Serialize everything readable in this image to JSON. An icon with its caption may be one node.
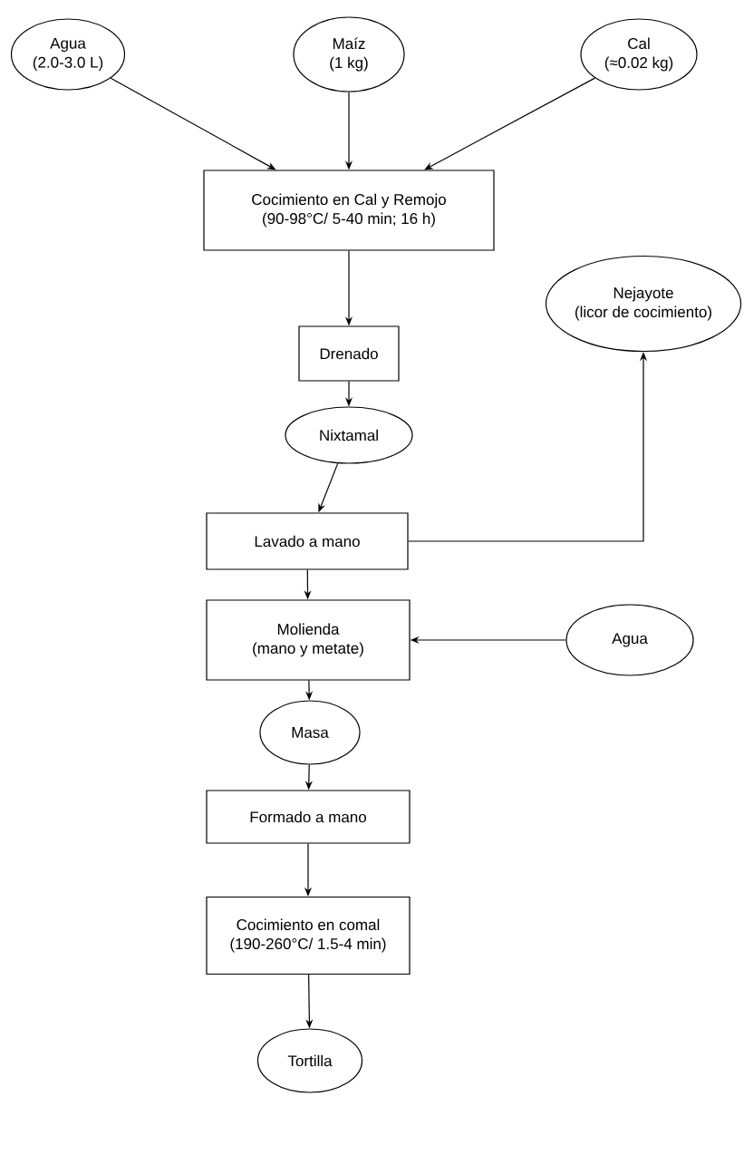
{
  "diagram": {
    "nodes": [
      {
        "text": [
          "Agua",
          "(2.0-3.0 L)"
        ]
      },
      {
        "text": [
          "Maíz",
          "(1 kg)"
        ]
      },
      {
        "text": [
          "Cal",
          "(≈0.02 kg)"
        ]
      },
      {
        "text": [
          "Cocimiento en Cal y Remojo",
          "(90-98°C/ 5-40 min; 16 h)"
        ]
      },
      {
        "text": [
          "Drenado"
        ]
      },
      {
        "text": [
          "Nejayote",
          "(licor de cocimiento)"
        ]
      },
      {
        "text": [
          "Nixtamal"
        ]
      },
      {
        "text": [
          "Lavado a mano"
        ]
      },
      {
        "text": [
          "Molienda",
          "(mano y metate)"
        ]
      },
      {
        "text": [
          "Agua"
        ]
      },
      {
        "text": [
          "Masa"
        ]
      },
      {
        "text": [
          "Formado a mano"
        ]
      },
      {
        "text": [
          "Cocimiento en comal",
          "(190-260°C/ 1.5-4 min)"
        ]
      },
      {
        "text": [
          "Tortilla"
        ]
      }
    ],
    "edges": [
      {
        "from": 0,
        "to": 3,
        "arrow": "to"
      },
      {
        "from": 1,
        "to": 3,
        "arrow": "to"
      },
      {
        "from": 2,
        "to": 3,
        "arrow": "to"
      },
      {
        "from": 3,
        "to": 4,
        "arrow": "to"
      },
      {
        "from": 4,
        "to": 6,
        "arrow": "to"
      },
      {
        "from": 6,
        "to": 7,
        "arrow": "to"
      },
      {
        "from": 7,
        "to": 5,
        "arrow": "to"
      },
      {
        "from": 7,
        "to": 8,
        "arrow": "to"
      },
      {
        "from": 9,
        "to": 8,
        "arrow": "to"
      },
      {
        "from": 8,
        "to": 10,
        "arrow": "to"
      },
      {
        "from": 10,
        "to": 11,
        "arrow": "to"
      },
      {
        "from": 11,
        "to": 12,
        "arrow": "to"
      },
      {
        "from": 12,
        "to": 13,
        "arrow": "to"
      }
    ]
  }
}
